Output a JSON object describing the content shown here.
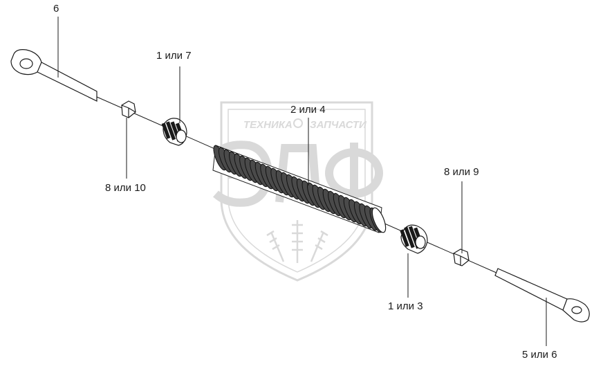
{
  "callouts": {
    "part_6_top": "6",
    "part_1_or_7": "1 или 7",
    "part_2_or_4": "2 или 4",
    "part_8_or_10": "8 или 10",
    "part_8_or_9": "8 или 9",
    "part_1_or_3": "1 или 3",
    "part_5_or_6": "5 или 6"
  },
  "watermark": {
    "left_word": "ТЕХНИКА",
    "right_word": "ЗАПЧАСТИ",
    "logo_letters": "ЭЛФ",
    "color": "#d9d9d9"
  },
  "colors": {
    "line": "#1a1a1a",
    "spring_fill": "#5a5a5a",
    "part_fill": "#ffffff"
  }
}
